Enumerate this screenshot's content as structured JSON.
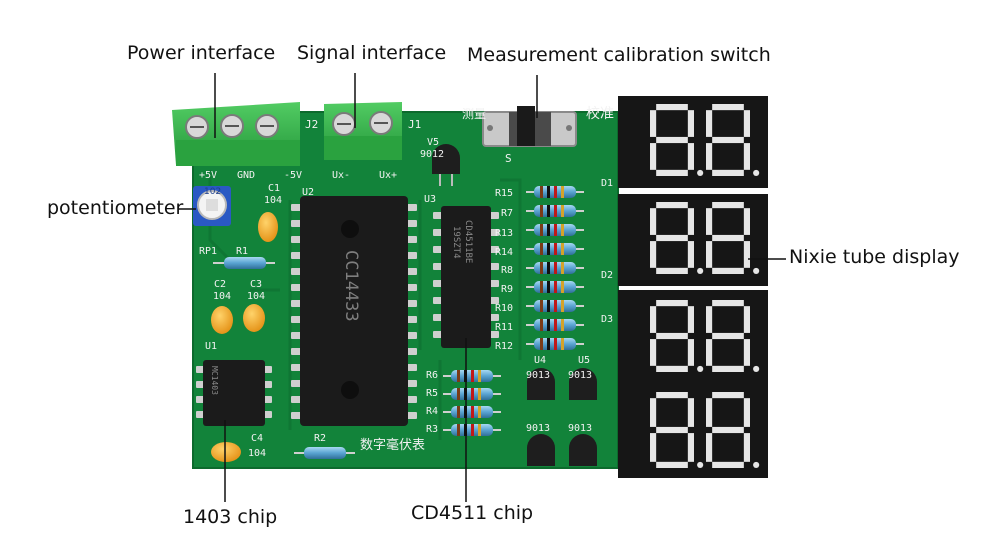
{
  "annotations": {
    "power_interface": "Power interface",
    "signal_interface": "Signal interface",
    "calibration_switch": "Measurement calibration switch",
    "potentiometer": "potentiometer",
    "nixie_display": "Nixie tube display",
    "chip_1403": "1403 chip",
    "chip_cd4511": "CD4511 chip"
  },
  "board_labels": {
    "j2": "J2",
    "j1": "J1",
    "plus5v": "+5V",
    "gnd": "GND",
    "minus5v": "-5V",
    "ux_minus": "Ux-",
    "ux_plus": "Ux+",
    "v5": "V5",
    "q9012": "9012",
    "u2": "U2",
    "u3": "U3",
    "u1": "U1",
    "s": "S",
    "c1": "C1",
    "c2": "C2",
    "c3": "C3",
    "c4": "C4",
    "cap104": "104",
    "rp1": "RP1",
    "r1": "R1",
    "r2": "R2",
    "rp_code": "102",
    "r15": "R15",
    "r7": "R7",
    "r13": "R13",
    "r14": "R14",
    "r8": "R8",
    "r9": "R9",
    "r10": "R10",
    "r11": "R11",
    "r12": "R12",
    "r6": "R6",
    "r5": "R5",
    "r4": "R4",
    "r3": "R3",
    "d1": "D1",
    "d2": "D2",
    "d3": "D3",
    "u4": "U4",
    "u5": "U5",
    "q9013": "9013",
    "cjk_measure": "测量",
    "cjk_calibrate": "校准",
    "cjk_title": "数字毫伏表",
    "chip_big": "CC14433",
    "chip_mid_1": "19SZT4",
    "chip_mid_2": "CD4511BE",
    "chip_small": "MC1403"
  },
  "colors": {
    "pcb": "#12833a",
    "terminal": "#35b54a",
    "chip": "#1c1c1c",
    "display": "#161616",
    "segment": "#e9e9e9",
    "resistor": "#6ab0d8",
    "capacitor": "#f0a424"
  }
}
